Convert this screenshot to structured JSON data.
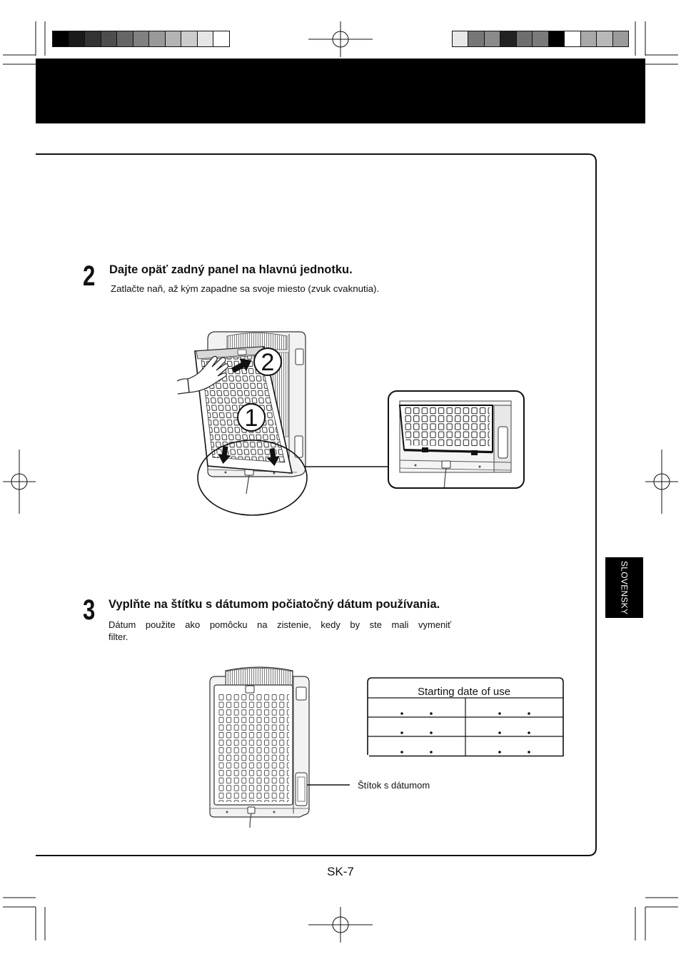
{
  "print_marks": {
    "left_swatches": [
      "#000000",
      "#1a1a1a",
      "#333333",
      "#4d4d4d",
      "#666666",
      "#808080",
      "#999999",
      "#b3b3b3",
      "#cccccc",
      "#e6e6e6",
      "#ffffff"
    ],
    "right_swatches": [
      "#e8e8e8",
      "#777777",
      "#8a8a8a",
      "#222222",
      "#6e6e6e",
      "#7a7a7a",
      "#000000",
      "#ffffff",
      "#a8a8a8",
      "#b8b8b8",
      "#9a9a9a"
    ]
  },
  "colors": {
    "header_bar": "#000000",
    "language_tab": "#000000",
    "ink": "#111111"
  },
  "step2": {
    "number": "2",
    "heading": "Dajte opäť zadný panel na hlavnú jednotku.",
    "text": "Zatlačte naň, až kým zapadne sa svoje miesto (zvuk cvaknutia).",
    "callouts": [
      "1",
      "2"
    ]
  },
  "step3": {
    "number": "3",
    "heading": "Vyplňte na štítku s dátumom počiatočný dátum používania.",
    "text_lines": [
      "Dátum použite ako pomôcku na zistenie, kedy by ste mali vymeniť",
      "filter."
    ],
    "date_label": {
      "title": "Starting date of use"
    },
    "label_caption": "Štítok s dátumom"
  },
  "language_tab": "SLOVENSKY",
  "page_number": "SK-7"
}
